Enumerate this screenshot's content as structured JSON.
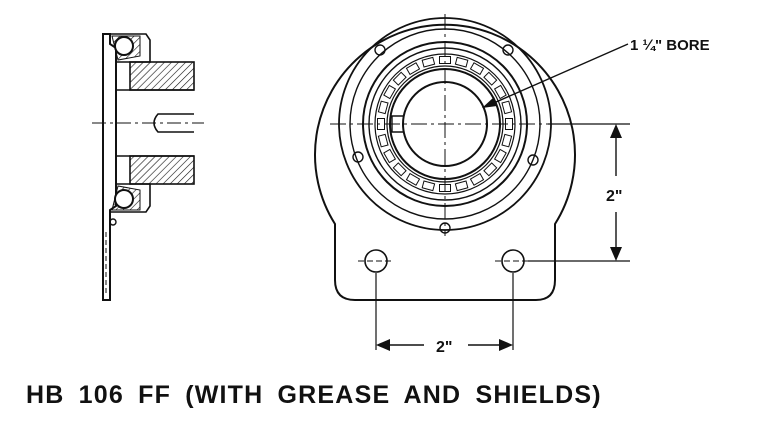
{
  "labels": {
    "bore": "1 ¼\" BORE",
    "vertical_dim": "2\"",
    "horizontal_dim": "2\""
  },
  "caption": "HB 106 FF (WITH GREASE AND SHIELDS)",
  "colors": {
    "ink": "#111111",
    "background": "#ffffff"
  }
}
